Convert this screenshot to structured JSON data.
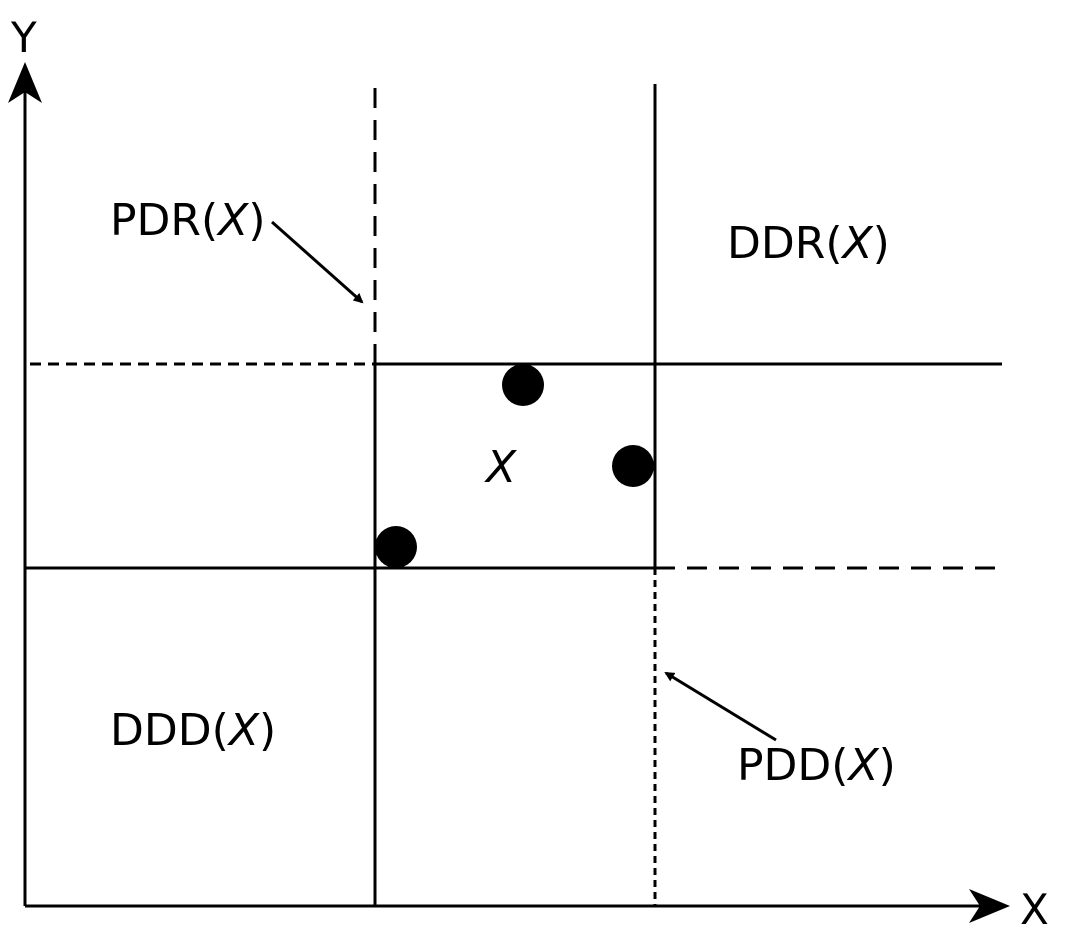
{
  "axes": {
    "x_label": "X",
    "y_label": "Y"
  },
  "regions": {
    "pdr": {
      "prefix": "PDR(",
      "var": "X",
      "suffix": ")"
    },
    "ddr": {
      "prefix": "DDR(",
      "var": "X",
      "suffix": ")"
    },
    "ddd": {
      "prefix": "DDD(",
      "var": "X",
      "suffix": ")"
    },
    "pdd": {
      "prefix": "PDD(",
      "var": "X",
      "suffix": ")"
    }
  },
  "center_label": "X",
  "colors": {
    "ink": "#000000",
    "background": "#ffffff"
  }
}
